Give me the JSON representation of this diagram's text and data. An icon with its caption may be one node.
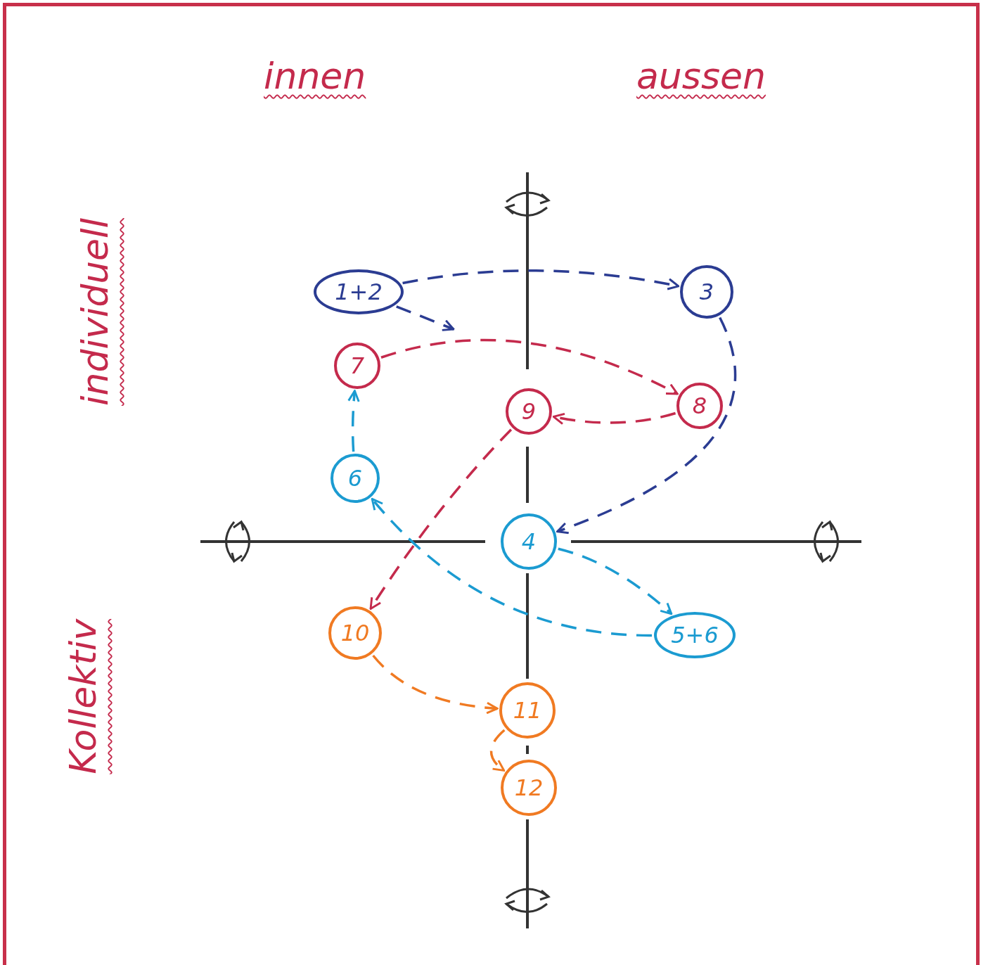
{
  "diagram": {
    "nodes": [
      {
        "text": [
          "1+2"
        ]
      },
      {
        "text": [
          "3"
        ]
      },
      {
        "text": [
          "7"
        ]
      },
      {
        "text": [
          "8"
        ]
      },
      {
        "text": [
          "9"
        ]
      },
      {
        "text": [
          "6"
        ]
      },
      {
        "text": [
          "4"
        ]
      },
      {
        "text": [
          "10"
        ]
      },
      {
        "text": [
          "5+6"
        ]
      },
      {
        "text": [
          "11"
        ]
      },
      {
        "text": [
          "12"
        ]
      }
    ],
    "edges": [
      {
        "from": 0,
        "to": 1,
        "arrow": "to",
        "style": "dashed",
        "color": "#2b3c92"
      },
      {
        "from": 1,
        "to": 6,
        "arrow": "to",
        "style": "dashed",
        "color": "#2b3c92"
      },
      {
        "from": 6,
        "to": 8,
        "arrow": "to",
        "style": "dashed",
        "color": "#1b9bd1"
      },
      {
        "from": 8,
        "to": 5,
        "arrow": "to",
        "style": "dashed",
        "color": "#1b9bd1"
      },
      {
        "from": 5,
        "to": 2,
        "arrow": "to",
        "style": "dashed",
        "color": "#1b9bd1"
      },
      {
        "from": 2,
        "to": 3,
        "arrow": "to",
        "style": "dashed",
        "color": "#c42a4c"
      },
      {
        "from": 3,
        "to": 4,
        "arrow": "to",
        "style": "dashed",
        "color": "#c42a4c"
      },
      {
        "from": 4,
        "to": 7,
        "arrow": "to",
        "style": "dashed",
        "color": "#c42a4c"
      },
      {
        "from": 7,
        "to": 9,
        "arrow": "to",
        "style": "dashed",
        "color": "#f07a22"
      },
      {
        "from": 9,
        "to": 10,
        "arrow": "to",
        "style": "dashed",
        "color": "#f07a22"
      },
      {
        "from": 0,
        "to": null,
        "arrow": "to",
        "style": "dashed",
        "color": "#2b3c92"
      }
    ],
    "labels": [
      "innen",
      "aussen",
      "individuell",
      "Kollektiv"
    ]
  }
}
